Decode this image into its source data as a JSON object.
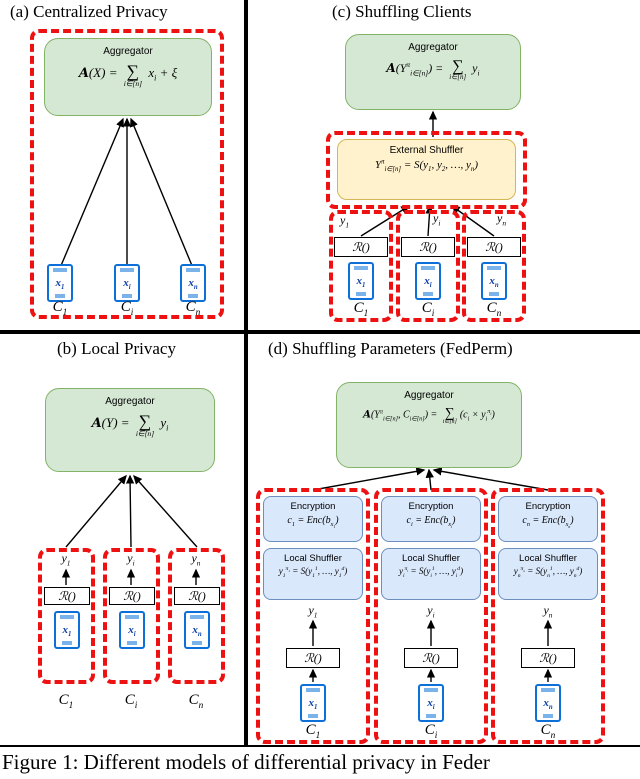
{
  "caption": "Figure 1: Different models of differential privacy in Feder",
  "labels": {
    "aggregator": "Aggregator",
    "external_shuffler": "External Shuffler",
    "encryption": "Encryption",
    "local_shuffler": "Local Shuffler",
    "randomizer": "ℛ()"
  },
  "colors": {
    "boundary_red": "#ee1111",
    "aggregator_green": "#d5e8d4",
    "shuffler_yellow": "#fff2cc",
    "fedperm_blue": "#dae8fc",
    "phone_blue": "#0d6fd8"
  },
  "panels": {
    "a": {
      "title": "(a) Centralized Privacy",
      "aggregator_formula": "<span class=\"cal\">A</span>(X) = <span class=\"sum\"><span class=\"sg\">∑</span><span class=\"lim\">i∈[n]</span></span> x<sub>i</sub> + ξ",
      "clients": [
        {
          "x": "x<sub>1</sub>",
          "c": "C<sub>1</sub>"
        },
        {
          "x": "x<sub>i</sub>",
          "c": "C<sub>i</sub>"
        },
        {
          "x": "x<sub>n</sub>",
          "c": "C<sub>n</sub>"
        }
      ]
    },
    "b": {
      "title": "(b) Local Privacy",
      "aggregator_formula": "<span class=\"cal\">A</span>(Y) = <span class=\"sum\"><span class=\"sg\">∑</span><span class=\"lim\">i∈[n]</span></span> y<sub>i</sub>",
      "clients": [
        {
          "y": "y<sub>1</sub>",
          "x": "x<sub>1</sub>",
          "c": "C<sub>1</sub>"
        },
        {
          "y": "y<sub>i</sub>",
          "x": "x<sub>i</sub>",
          "c": "C<sub>i</sub>"
        },
        {
          "y": "y<sub>n</sub>",
          "x": "x<sub>n</sub>",
          "c": "C<sub>n</sub>"
        }
      ]
    },
    "c": {
      "title": "(c) Shuffling Clients",
      "aggregator_formula": "<span class=\"cal\">A</span>(Y<sup>π</sup><sub>i∈[n]</sub>) = <span class=\"sum\"><span class=\"sg\">∑</span><span class=\"lim\">i∈[n]</span></span> y<sub>i</sub>",
      "shuffler_formula": "Y<sup>π</sup><sub>i∈[n]</sub> = S(y<sub>1</sub>, y<sub>2</sub>, …, y<sub>n</sub>)",
      "clients": [
        {
          "y": "y<sub>1</sub>",
          "x": "x<sub>1</sub>",
          "c": "C<sub>1</sub>"
        },
        {
          "y": "y<sub>i</sub>",
          "x": "x<sub>i</sub>",
          "c": "C<sub>i</sub>"
        },
        {
          "y": "y<sub>n</sub>",
          "x": "x<sub>n</sub>",
          "c": "C<sub>n</sub>"
        }
      ]
    },
    "d": {
      "title": "(d) Shuffling Parameters (FedPerm)",
      "aggregator_formula": "<span class=\"cal\">A</span>(Y<sup>π</sup><sub>i∈[n]</sub>, C<sub>i∈[n]</sub>) = <span class=\"sum\"><span class=\"sg\">∑</span><span class=\"lim\">i∈[n]</span></span>(c<sub>i</sub> × y<sub>i</sub><sup>π<sub>i</sub></sup>)",
      "clients": [
        {
          "enc": "c<sub>1</sub> = Enc(b<sub>x<sub>1</sub></sub>)",
          "shuf": "y<sub>1</sub><sup>π<sub>1</sub></sup> = S(y<sub>1</sub><sup>1</sup>, …, y<sub>1</sub><sup>d</sup>)",
          "y": "y<sub>1</sub>",
          "x": "x<sub>1</sub>",
          "c": "C<sub>1</sub>"
        },
        {
          "enc": "c<sub>i</sub> = Enc(b<sub>x<sub>i</sub></sub>)",
          "shuf": "y<sub>i</sub><sup>π<sub>i</sub></sup> = S(y<sub>i</sub><sup>1</sup>, …, y<sub>i</sub><sup>d</sup>)",
          "y": "y<sub>i</sub>",
          "x": "x<sub>i</sub>",
          "c": "C<sub>i</sub>"
        },
        {
          "enc": "c<sub>n</sub> = Enc(b<sub>x<sub>n</sub></sub>)",
          "shuf": "y<sub>n</sub><sup>π<sub>n</sub></sup> = S(y<sub>n</sub><sup>1</sup>, …, y<sub>n</sub><sup>d</sup>)",
          "y": "y<sub>n</sub>",
          "x": "x<sub>n</sub>",
          "c": "C<sub>n</sub>"
        }
      ]
    }
  }
}
